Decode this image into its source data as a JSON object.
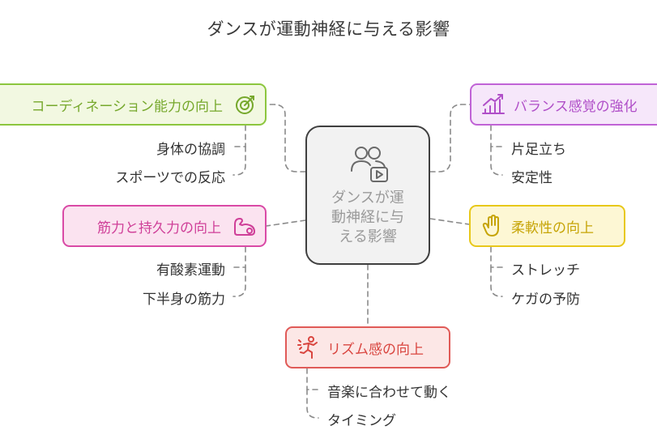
{
  "title": "ダンスが運動神経に与える影響",
  "center": {
    "label_lines": [
      "ダンスが運",
      "動神経に与",
      "える影響"
    ],
    "icon": "people-video-icon"
  },
  "branches": {
    "coordination": {
      "label": "コーディネーション能力の向上",
      "icon": "target-icon",
      "color": "#8cc63e",
      "items": [
        "身体の協調",
        "スポーツでの反応"
      ]
    },
    "balance": {
      "label": "バランス感覚の強化",
      "icon": "chart-growth-icon",
      "color": "#c063d6",
      "items": [
        "片足立ち",
        "安定性"
      ]
    },
    "strength": {
      "label": "筋力と持久力の向上",
      "icon": "flexed-arm-icon",
      "color": "#d94aa6",
      "items": [
        "有酸素運動",
        "下半身の筋力"
      ]
    },
    "flexibility": {
      "label": "柔軟性の向上",
      "icon": "hand-icon",
      "color": "#e8c81a",
      "items": [
        "ストレッチ",
        "ケガの予防"
      ]
    },
    "rhythm": {
      "label": "リズム感の向上",
      "icon": "dancer-icon",
      "color": "#e05a57",
      "items": [
        "音楽に合わせて動く",
        "タイミング"
      ]
    }
  }
}
